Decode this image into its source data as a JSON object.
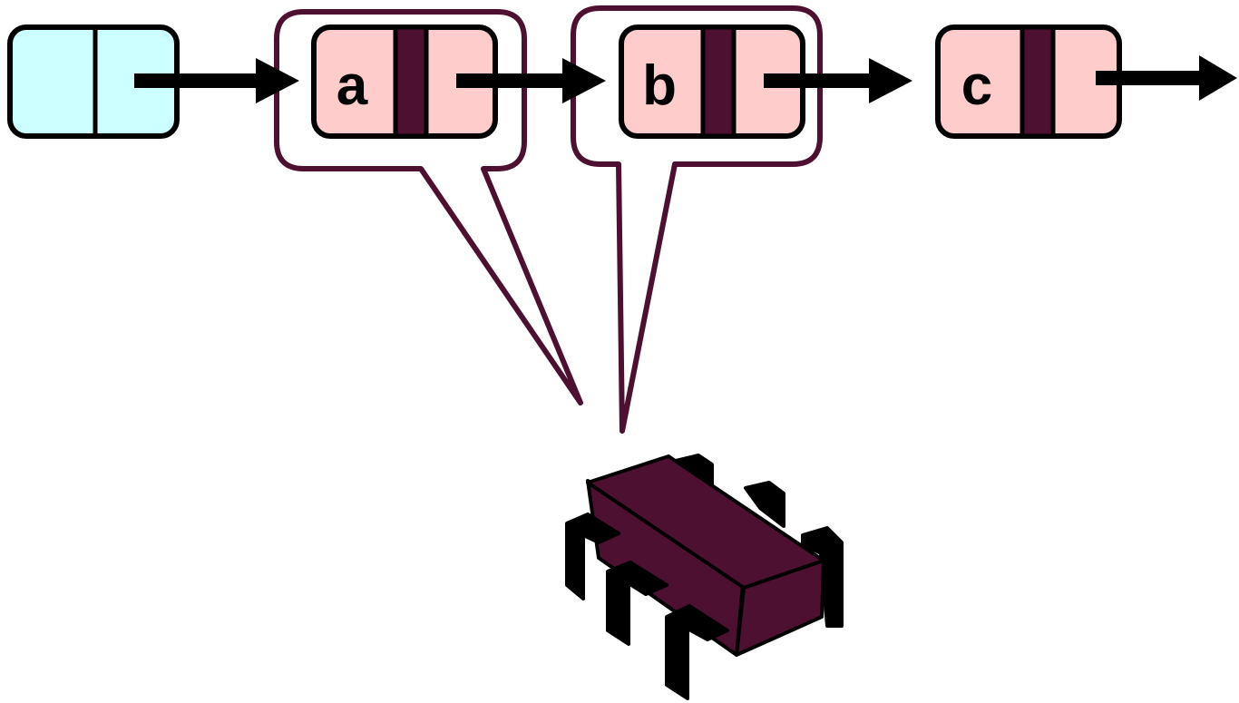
{
  "nodes": [
    {
      "label": "a"
    },
    {
      "label": "b"
    },
    {
      "label": "c"
    }
  ],
  "colors": {
    "head_fill": "#ccffff",
    "node_fill": "#ffcccc",
    "pointer_fill": "#4d1030",
    "callout_stroke": "#4d1030",
    "chip_body": "#4d1030",
    "outline": "#000000"
  },
  "icons": {
    "processor": "microchip-icon"
  }
}
